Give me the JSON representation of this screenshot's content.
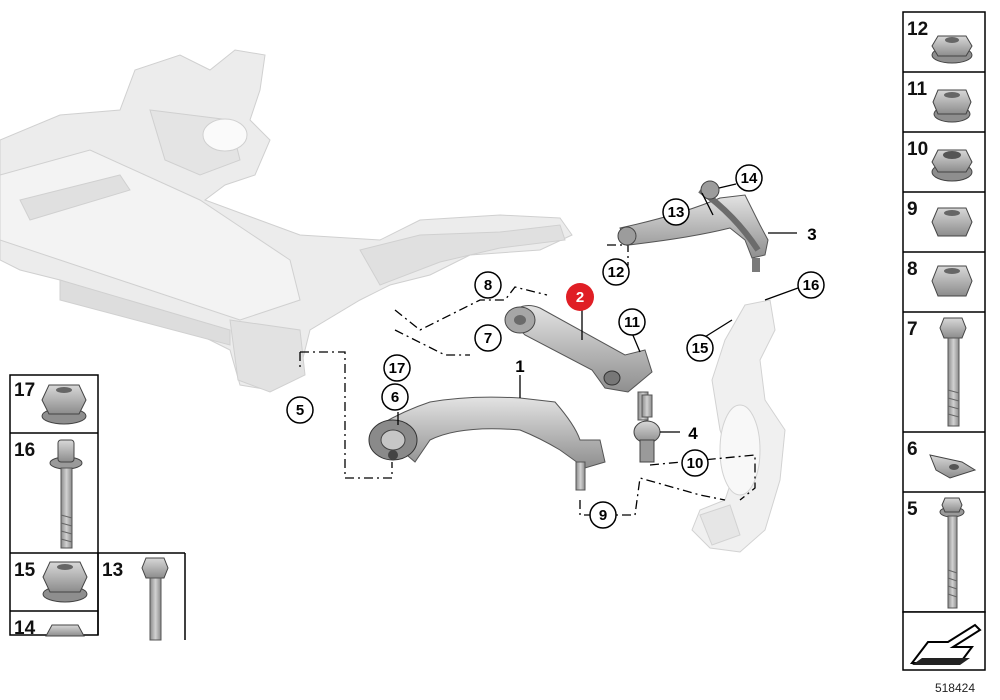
{
  "callouts": {
    "c1": "1",
    "c2": "2",
    "c3": "3",
    "c4": "4",
    "c5": "5",
    "c6": "6",
    "c7": "7",
    "c8": "8",
    "c9": "9",
    "c10": "10",
    "c11": "11",
    "c12": "12",
    "c13": "13",
    "c14": "14",
    "c15": "15",
    "c16": "16",
    "c17": "17"
  },
  "right_panel": {
    "tiles": [
      {
        "num": "12",
        "icon": "flange-nut-icon"
      },
      {
        "num": "11",
        "icon": "lock-nut-icon"
      },
      {
        "num": "10",
        "icon": "collar-nut-icon"
      },
      {
        "num": "9",
        "icon": "hex-nut-icon"
      },
      {
        "num": "8",
        "icon": "hex-nut-icon"
      },
      {
        "num": "7",
        "icon": "hex-bolt-icon"
      },
      {
        "num": "6",
        "icon": "washer-clip-icon"
      },
      {
        "num": "5",
        "icon": "flange-bolt-icon"
      }
    ]
  },
  "left_panel": {
    "tiles": [
      {
        "num": "17",
        "icon": "flange-nut-icon"
      },
      {
        "num": "16",
        "icon": "torx-bolt-icon"
      },
      {
        "num": "15",
        "icon": "flange-nut-icon"
      },
      {
        "num": "13",
        "icon": "hex-bolt-icon"
      },
      {
        "num": "14",
        "icon": "flange-nut-icon"
      }
    ]
  },
  "highlight": {
    "num": "2",
    "color": "#e01e25"
  },
  "reference_number": "518424",
  "colors": {
    "part_gray": "#b9b9b9",
    "frame_gray": "#e6e6e6",
    "line": "#000000"
  }
}
